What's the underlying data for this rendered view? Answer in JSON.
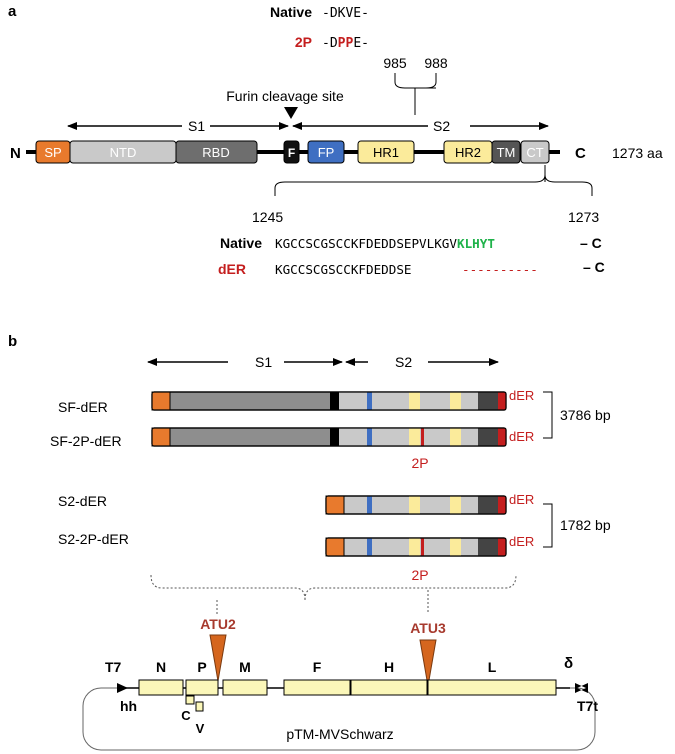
{
  "panel_a": {
    "label": "a",
    "native_label": "Native",
    "native_motif": "-DKVE-",
    "twop_label": "2P",
    "twop_motif_prefix": "-D",
    "twop_motif_pp": "PP",
    "twop_motif_suffix": "E-",
    "pos_985": "985",
    "pos_988": "988",
    "furin_label": "Furin cleavage site",
    "s1_label": "S1",
    "s2_label": "S2",
    "n_term": "N",
    "c_term": "C",
    "length_label": "1273 aa",
    "domains": {
      "sp": "SP",
      "ntd": "NTD",
      "rbd": "RBD",
      "f": "F",
      "fp": "FP",
      "hr1": "HR1",
      "hr2": "HR2",
      "tm": "TM",
      "ct": "CT"
    },
    "pos_1245": "1245",
    "pos_1273": "1273",
    "native_seq_label": "Native",
    "native_seq": "KGCCSCGSCCKFDEDDSEPVLKGV",
    "native_seq_er": "KLHYT",
    "native_seq_end": "– C",
    "der_label": "dER",
    "der_seq": "KGCCSCGSCCKFDEDDSE",
    "der_dashes": "----------",
    "der_end": "– C"
  },
  "panel_b": {
    "label": "b",
    "s1_label": "S1",
    "s2_label": "S2",
    "constructs": [
      {
        "name": "SF-dER",
        "tag": "dER"
      },
      {
        "name": "SF-2P-dER",
        "tag": "dER"
      },
      {
        "name": "S2-dER",
        "tag": "dER"
      },
      {
        "name": "S2-2P-dER",
        "tag": "dER"
      }
    ],
    "sf_size": "3786 bp",
    "s2_size": "1782 bp",
    "twop_label_1": "2P",
    "twop_label_2": "2P",
    "atu2": "ATU2",
    "atu3": "ATU3",
    "t7": "T7",
    "hh": "hh",
    "delta": "δ",
    "t7t": "T7t",
    "genes": {
      "n": "N",
      "p": "P",
      "m": "M",
      "f": "F",
      "h": "H",
      "l": "L",
      "c": "C",
      "v": "V"
    },
    "plasmid": "pTM-MVSchwarz"
  },
  "colors": {
    "orange": "#E87A2D",
    "dark_red": "#C41E1E",
    "atu_red": "#A73A2E",
    "green": "#1FB24A",
    "blue": "#3F6FC2",
    "yellow": "#FBEB9B",
    "light_gray": "#C9C9C9",
    "mid_gray": "#8E8E8E",
    "dark_gray": "#555555",
    "gene_yellow": "#FBF7B9"
  }
}
